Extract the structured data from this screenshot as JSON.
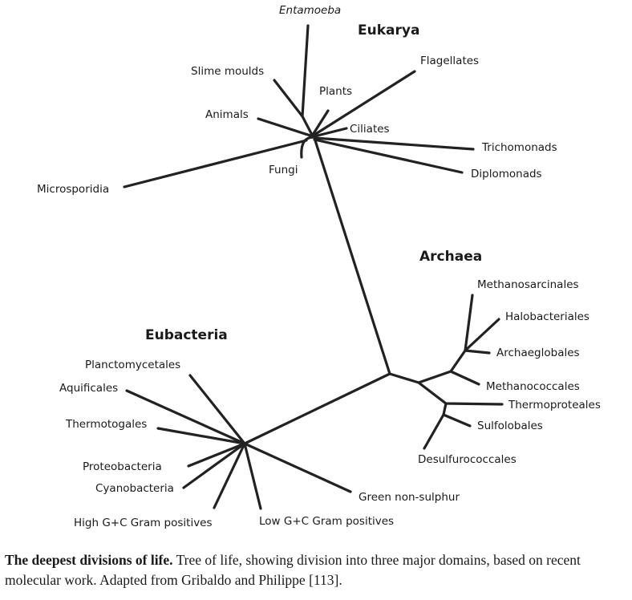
{
  "domains": {
    "eukarya": "Eukarya",
    "archaea": "Archaea",
    "eubacteria": "Eubacteria"
  },
  "eukarya": [
    "Entamoeba",
    "Slime moulds",
    "Plants",
    "Flagellates",
    "Animals",
    "Ciliates",
    "Trichomonads",
    "Fungi",
    "Diplomonads",
    "Microsporidia"
  ],
  "archaea": [
    "Methanosarcinales",
    "Halobacteriales",
    "Archaeglobales",
    "Methanococcales",
    "Thermoproteales",
    "Sulfolobales",
    "Desulfurococcales"
  ],
  "eubacteria": [
    "Planctomycetales",
    "Aquificales",
    "Thermotogales",
    "Proteobacteria",
    "Cyanobacteria",
    "High G+C Gram positives",
    "Low G+C Gram positives",
    "Green non-sulphur"
  ],
  "caption": {
    "title": "The deepest divisions of life.",
    "text": " Tree of life, showing division into three major domains, based on recent molecular work. Adapted from Gribaldo and Philippe [113]."
  }
}
